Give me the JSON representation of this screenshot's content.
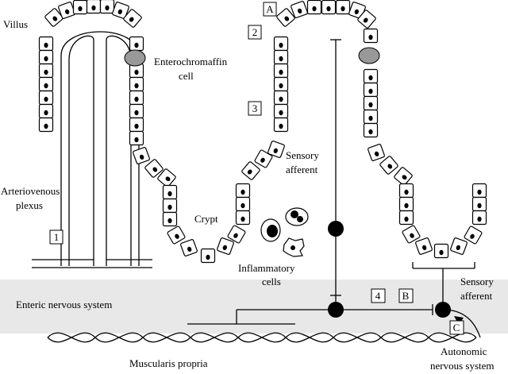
{
  "labels": {
    "villus": "Villus",
    "enterochromaffin": "Enterochromaffin",
    "enterochromaffin_cell": "cell",
    "arteriovenous": "Arteriovenous",
    "plexus": "plexus",
    "crypt": "Crypt",
    "sensory_afferent_1a": "Sensory",
    "sensory_afferent_1b": "afferent",
    "sensory_afferent_2a": "Sensory",
    "sensory_afferent_2b": "afferent",
    "inflammatory_a": "Inflammatory",
    "inflammatory_b": "cells",
    "enteric": "Enteric nervous system",
    "muscularis": "Muscularis propria",
    "autonomic_a": "Autonomic",
    "autonomic_b": "nervous system"
  },
  "boxes": {
    "A": "A",
    "B": "B",
    "C": "C",
    "n1": "1",
    "n2": "2",
    "n3": "3",
    "n4": "4"
  },
  "colors": {
    "enteric_band": "#e8e8e8",
    "enterochromaffin": "#999999"
  }
}
